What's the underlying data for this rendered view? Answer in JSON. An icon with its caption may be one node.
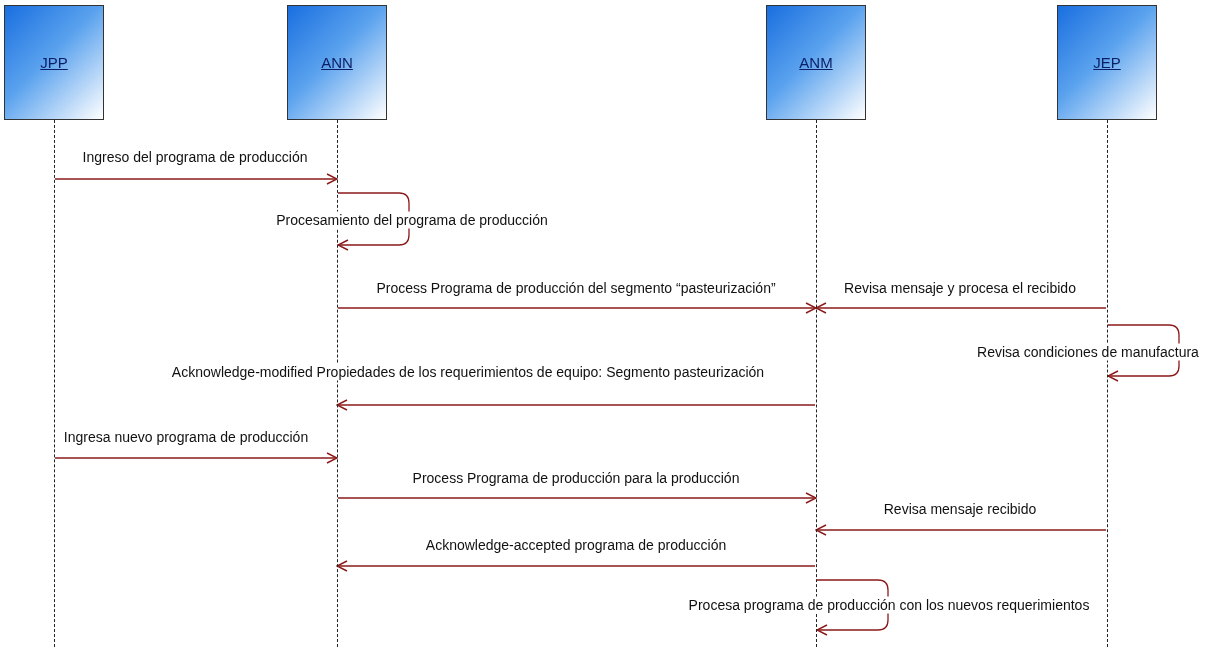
{
  "diagram": {
    "nodes": [
      {
        "text": [
          "JPP"
        ]
      },
      {
        "text": [
          "ANN"
        ]
      },
      {
        "text": [
          "ANM"
        ]
      },
      {
        "text": [
          "JEP"
        ]
      }
    ],
    "edges": [
      {
        "from": 0,
        "to": 1,
        "arrow": "to",
        "label": "Ingreso del programa de producción"
      },
      {
        "from": 1,
        "to": 1,
        "arrow": "to",
        "label": "Procesamiento del programa de producción"
      },
      {
        "from": 1,
        "to": 2,
        "arrow": "to",
        "label": "Process Programa de producción del segmento “pasteurización”"
      },
      {
        "from": 3,
        "to": 2,
        "arrow": "to",
        "label": "Revisa mensaje y procesa el recibido"
      },
      {
        "from": 3,
        "to": 3,
        "arrow": "to",
        "label": "Revisa condiciones de manufactura"
      },
      {
        "from": 2,
        "to": 1,
        "arrow": "to",
        "label": "Acknowledge-modified Propiedades de los requerimientos de equipo: Segmento pasteurización"
      },
      {
        "from": 0,
        "to": 1,
        "arrow": "to",
        "label": "Ingresa nuevo programa de producción"
      },
      {
        "from": 1,
        "to": 2,
        "arrow": "to",
        "label": "Process Programa de producción para la producción"
      },
      {
        "from": 3,
        "to": 2,
        "arrow": "to",
        "label": "Revisa mensaje recibido"
      },
      {
        "from": 2,
        "to": 1,
        "arrow": "to",
        "label": "Acknowledge-accepted programa de producción"
      },
      {
        "from": 2,
        "to": 2,
        "arrow": "to",
        "label": "Procesa programa de producción con los nuevos requerimientos"
      }
    ]
  }
}
